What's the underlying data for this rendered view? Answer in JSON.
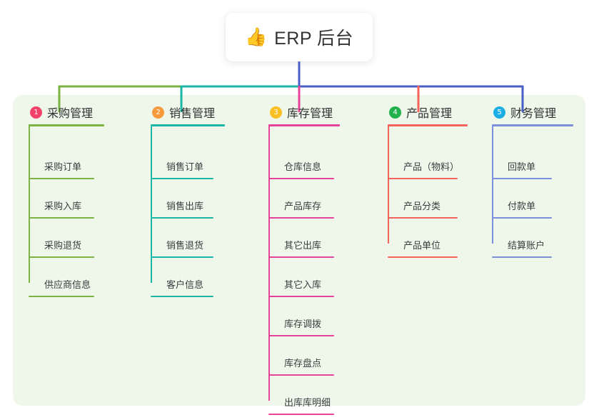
{
  "diagram": {
    "type": "mindmap-tree",
    "background_color": "#ffffff",
    "panel_color": "#eef7e9",
    "root": {
      "icon": "thumbs-up-icon",
      "icon_glyph": "👍",
      "title": "ERP 后台",
      "card_color": "#ffffff"
    },
    "connector_colors": {
      "branch1": "#7cb342",
      "branch2": "#1bb6a6",
      "branch3": "#e8439a",
      "branch4": "#f4645c",
      "branch5": "#4a5ec7",
      "trunk": "#4a5ec7"
    },
    "branches": [
      {
        "index": "1",
        "badge_color": "#f2426a",
        "line_color": "#7cb342",
        "title": "采购管理",
        "items": [
          "采购订单",
          "采购入库",
          "采购退货",
          "供应商信息"
        ]
      },
      {
        "index": "2",
        "badge_color": "#f79a3c",
        "line_color": "#1bb6a6",
        "title": "销售管理",
        "items": [
          "销售订单",
          "销售出库",
          "销售退货",
          "客户信息"
        ]
      },
      {
        "index": "3",
        "badge_color": "#fbbf24",
        "line_color": "#e8439a",
        "title": "库存管理",
        "items": [
          "仓库信息",
          "产品库存",
          "其它出库",
          "其它入库",
          "库存调拨",
          "库存盘点",
          "出库库明细"
        ]
      },
      {
        "index": "4",
        "badge_color": "#22b14c",
        "line_color": "#f4645c",
        "title": "产品管理",
        "items": [
          "产品（物料）",
          "产品分类",
          "产品单位"
        ]
      },
      {
        "index": "5",
        "badge_color": "#1aaee5",
        "line_color": "#7b90d8",
        "title": "财务管理",
        "items": [
          "回款单",
          "付款单",
          "结算账户"
        ]
      }
    ]
  }
}
